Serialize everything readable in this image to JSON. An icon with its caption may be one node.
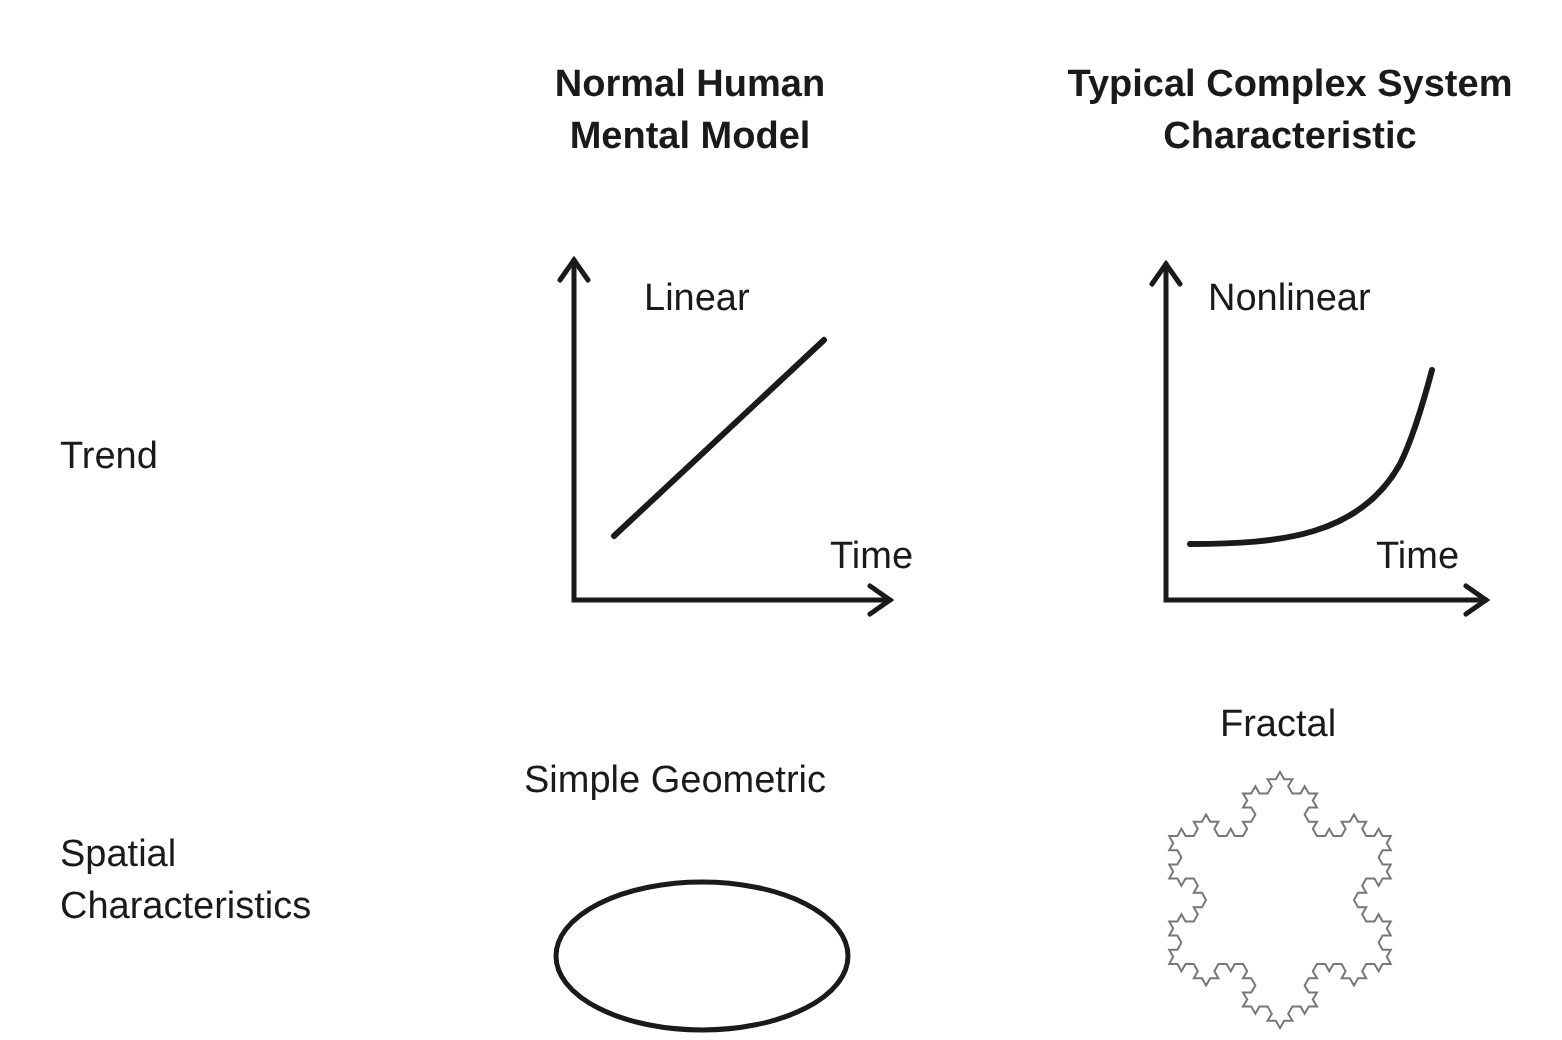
{
  "diagram": {
    "labels": [
      "Normal Human Mental Model",
      "Typical Complex System Characteristic",
      "Linear",
      "Nonlinear",
      "Trend",
      "Time",
      "Time",
      "Fractal",
      "Simple Geometric",
      "Spatial Characteristics"
    ]
  }
}
